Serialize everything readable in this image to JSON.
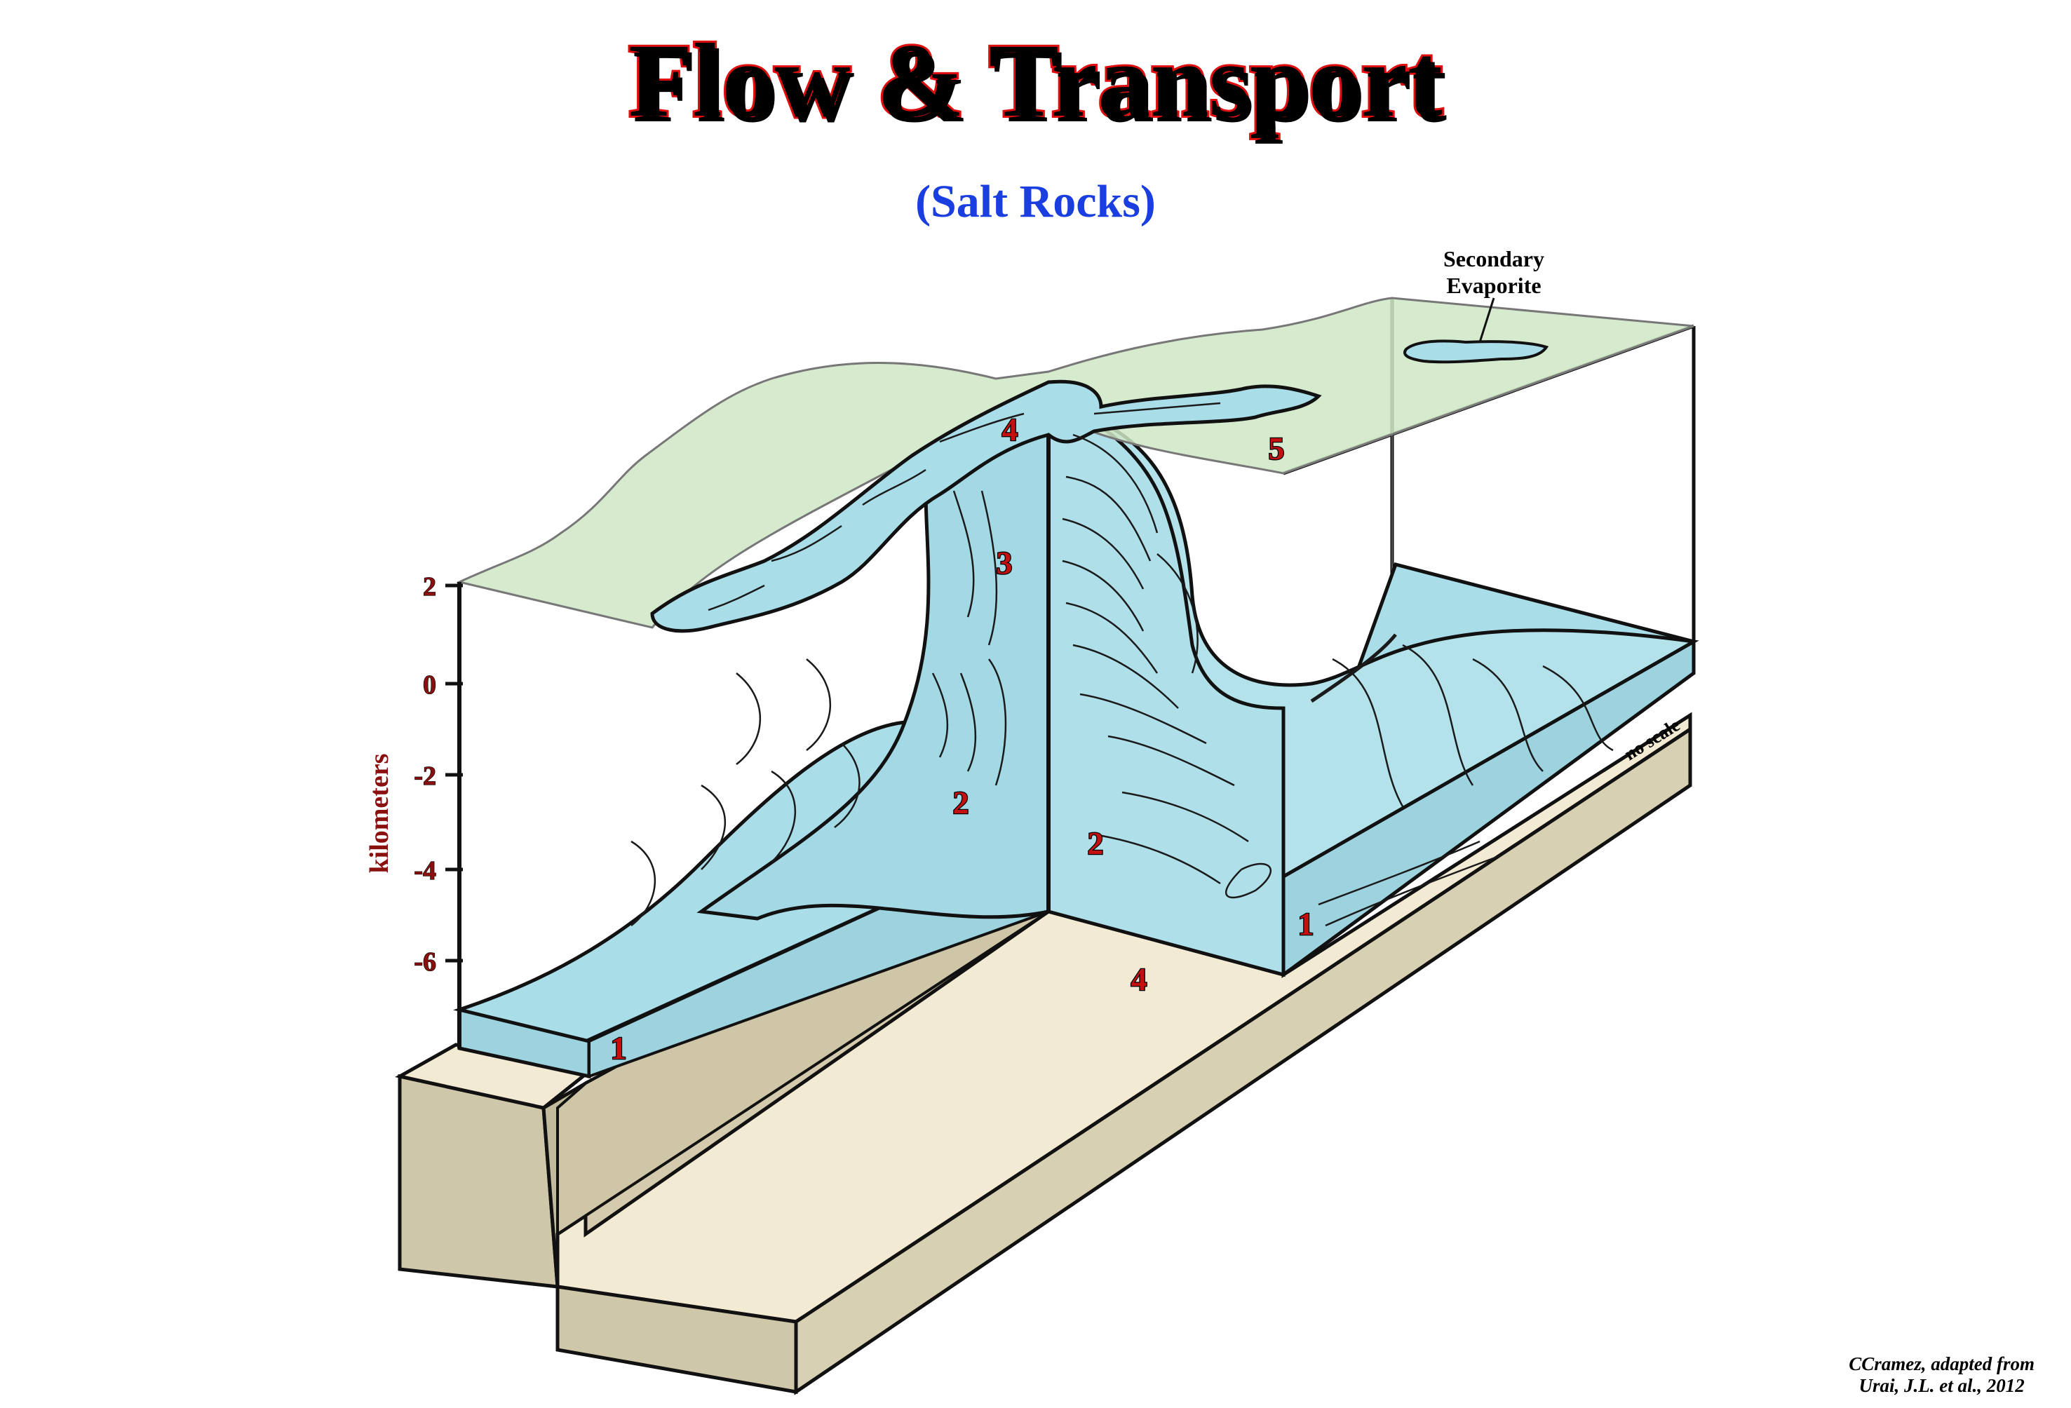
{
  "title": "Flow & Transport",
  "subtitle": "(Salt Rocks)",
  "credit": {
    "line1": "CCramez, adapted from",
    "line2": "Urai, J.L. et al., 2012"
  },
  "axis": {
    "label": "kilometers",
    "ticks": [
      "2",
      "0",
      "-2",
      "-4",
      "-6"
    ]
  },
  "labels": {
    "secondary_line1": "Secondary",
    "secondary_line2": "Evaporite",
    "no_scale": "no scale"
  },
  "numbers": {
    "n4_top": "4",
    "n3": "3",
    "n5": "5",
    "n2_left": "2",
    "n2_right": "2",
    "n1_right": "1",
    "n4_base": "4",
    "n1_left": "1"
  },
  "colors": {
    "title_fill": "#000000",
    "title_outline": "#e01010",
    "subtitle": "#1a3ee0",
    "salt": "#a9dde8",
    "surface": "#cfe6c4",
    "basement_side": "#cfc7aa",
    "basement_top": "#f3ead4",
    "numbers": "#c41010"
  }
}
